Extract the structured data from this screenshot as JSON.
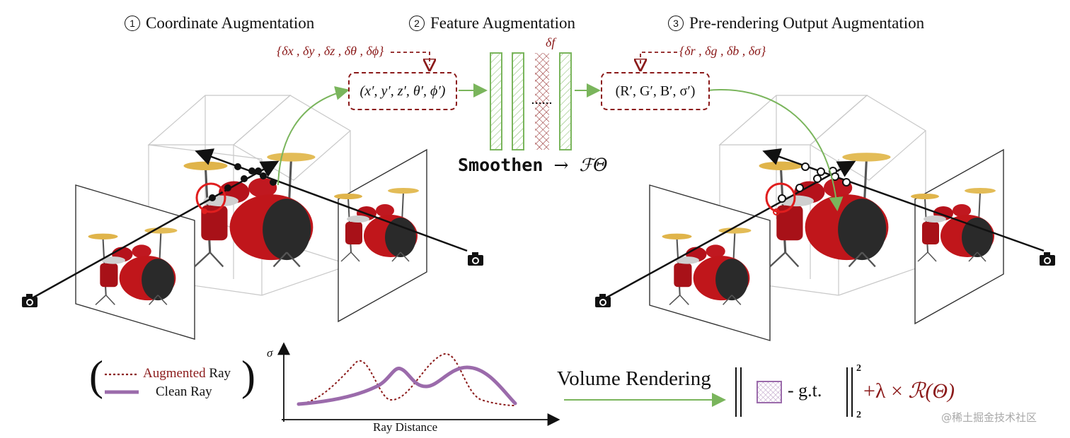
{
  "titles": {
    "step1_num": "1",
    "step1": "Coordinate Augmentation",
    "step2_num": "2",
    "step2": "Feature Augmentation",
    "step3_num": "3",
    "step3": "Pre-rendering Output Augmentation"
  },
  "coord": {
    "deltas": "{δx , δy , δz , δθ , δϕ}",
    "output": "(x′, y′, z′, θ′, ϕ′)"
  },
  "feature": {
    "delta_label": "δf",
    "smoothen": "Smoothen",
    "arrow": "→",
    "network": "ℱΘ"
  },
  "output_aug": {
    "deltas": "{δr , δg , δb , δσ}",
    "output": "(R′, G′, B′, σ′)"
  },
  "legend": {
    "augmented_word": "Augmented",
    "ray_word": " Ray",
    "clean": "Clean Ray"
  },
  "plot": {
    "ylabel": "σ",
    "xlabel": "Ray Distance"
  },
  "loss": {
    "volume_rendering": "Volume Rendering",
    "gt": "- g.t.",
    "sub": "2",
    "sup": "2",
    "reg_prefix": "+λ × ",
    "reg_term": "ℛ(Θ)"
  },
  "watermark": "@稀土掘金技术社区",
  "colors": {
    "dark_red": "#8b1a1a",
    "green": "#7ab55c",
    "purple": "#9b6bab",
    "box_gray": "#c8c8c8",
    "drum_red": "#c0161b"
  },
  "icons": [
    "camera-icon",
    "drum-kit-image",
    "hatch-patch"
  ]
}
